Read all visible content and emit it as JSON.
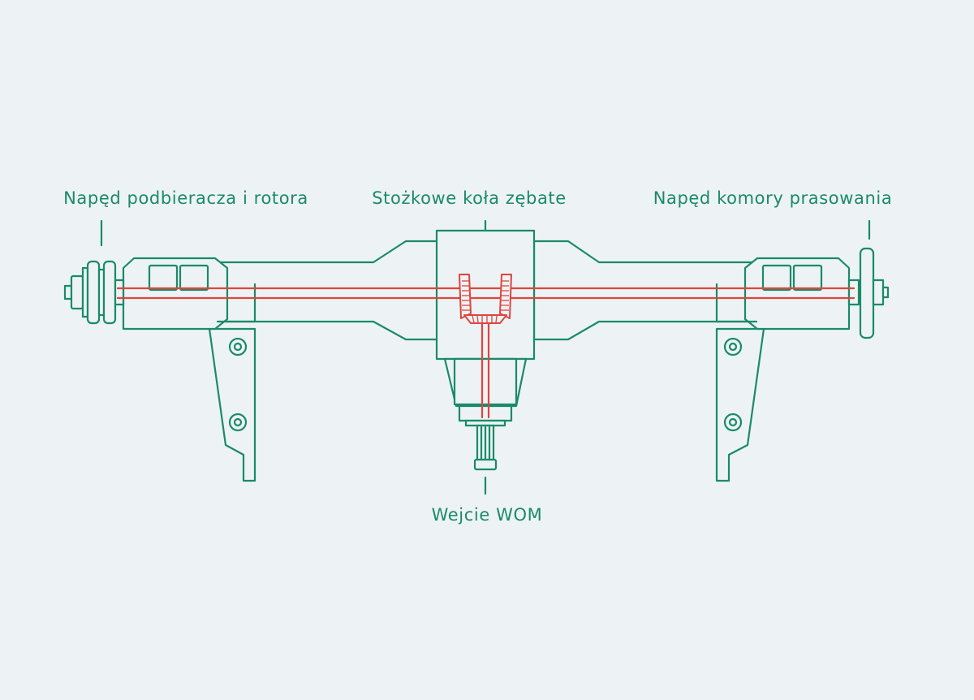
{
  "labels": {
    "drive_pickup_rotor": "Napęd podbieracza i rotora",
    "bevel_gears": "Stożkowe koła zębate",
    "drive_bale_chamber": "Napęd komory prasowania",
    "pto_input": "Wejcie WOM"
  },
  "colors": {
    "housing": "#1a8a6a",
    "shaft": "#e0443f",
    "background": "#edf3f4"
  }
}
